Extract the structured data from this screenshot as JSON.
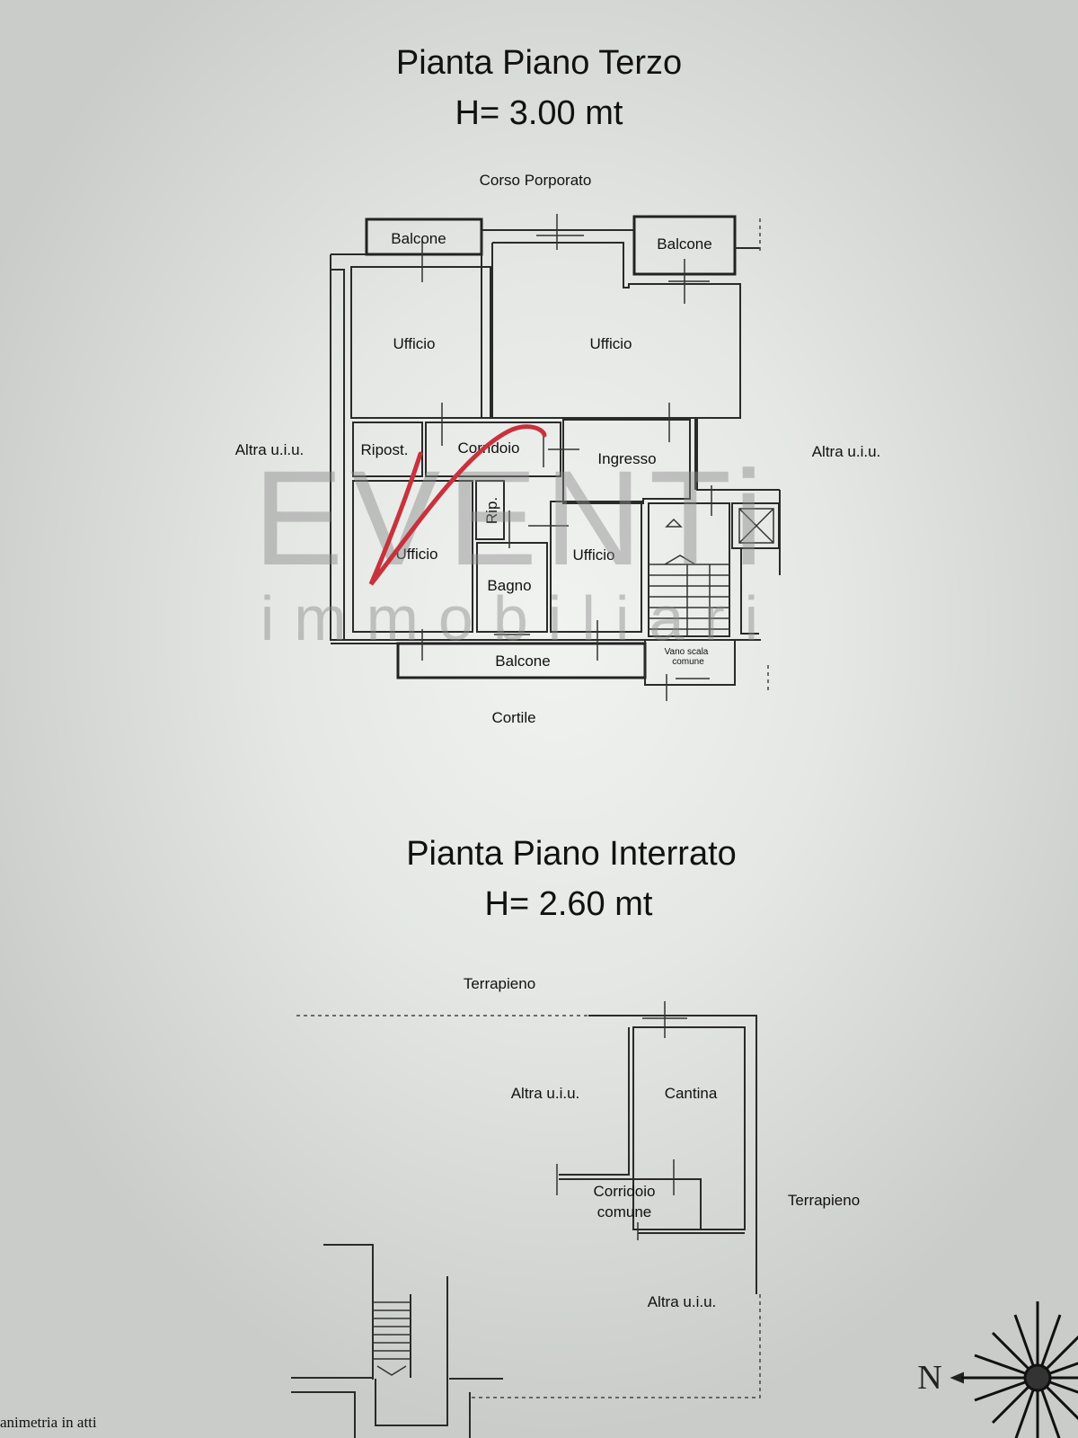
{
  "upper_plan": {
    "title": "Pianta Piano Terzo",
    "height": "H= 3.00 mt",
    "street": "Corso Porporato",
    "courtyard": "Cortile",
    "neighbor_left": "Altra u.i.u.",
    "neighbor_right": "Altra u.i.u.",
    "rooms": {
      "balcone_left": "Balcone",
      "balcone_right": "Balcone",
      "ufficio_top_left": "Ufficio",
      "ufficio_top_right": "Ufficio",
      "ripost": "Ripost.",
      "corridoio": "Corridoio",
      "ingresso": "Ingresso",
      "rip": "Rip.",
      "ufficio_bottom_left": "Ufficio",
      "bagno": "Bagno",
      "ufficio_bottom_right": "Ufficio",
      "balcone_bottom": "Balcone",
      "vano_scala_1": "Vano scala",
      "vano_scala_2": "comune"
    }
  },
  "lower_plan": {
    "title": "Pianta Piano Interrato",
    "height": "H= 2.60 mt",
    "terrapieno_top": "Terrapieno",
    "terrapieno_right": "Terrapieno",
    "altra_left": "Altra u.i.u.",
    "cantina": "Cantina",
    "corridoio_1": "Corridoio",
    "corridoio_2": "comune",
    "altra_bottom": "Altra u.i.u."
  },
  "footer_text": "animetria in atti",
  "compass": {
    "north_label": "N"
  },
  "watermark": {
    "brand": "EVENTi",
    "subtitle": "immobiliari",
    "accent": "#c8323c"
  }
}
